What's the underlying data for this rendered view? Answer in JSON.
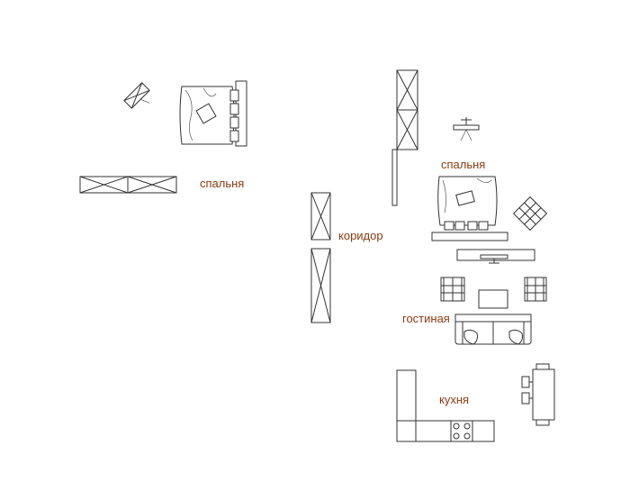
{
  "labels": {
    "bedroom_left": "спальня",
    "bedroom_right": "спальня",
    "corridor": "коридор",
    "living_room": "гостиная",
    "kitchen": "кухня"
  },
  "colors": {
    "label": "#8b3a10",
    "line": "#333333",
    "background": "#ffffff"
  }
}
